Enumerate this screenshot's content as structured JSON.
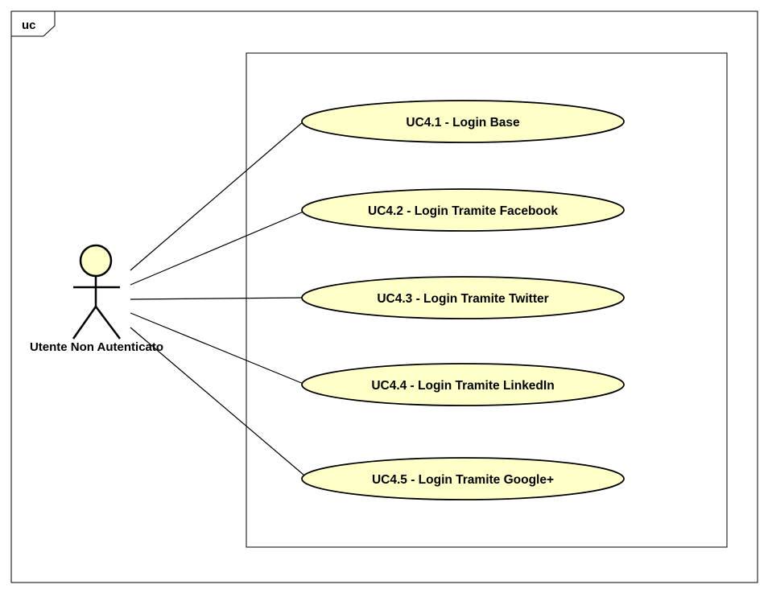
{
  "frame": {
    "tag": "uc"
  },
  "actor": {
    "name": "Utente Non Autenticato"
  },
  "use_cases": [
    {
      "id": "uc4-1",
      "label": "UC4.1 - Login Base"
    },
    {
      "id": "uc4-2",
      "label": "UC4.2 - Login Tramite Facebook"
    },
    {
      "id": "uc4-3",
      "label": "UC4.3 - Login Tramite Twitter"
    },
    {
      "id": "uc4-4",
      "label": "UC4.4 - Login Tramite LinkedIn"
    },
    {
      "id": "uc4-5",
      "label": "UC4.5 - Login Tramite Google+"
    }
  ],
  "colors": {
    "use_case_fill": "#ffffc8",
    "actor_fill": "#ffffc8",
    "stroke": "#000000",
    "background": "#ffffff"
  }
}
